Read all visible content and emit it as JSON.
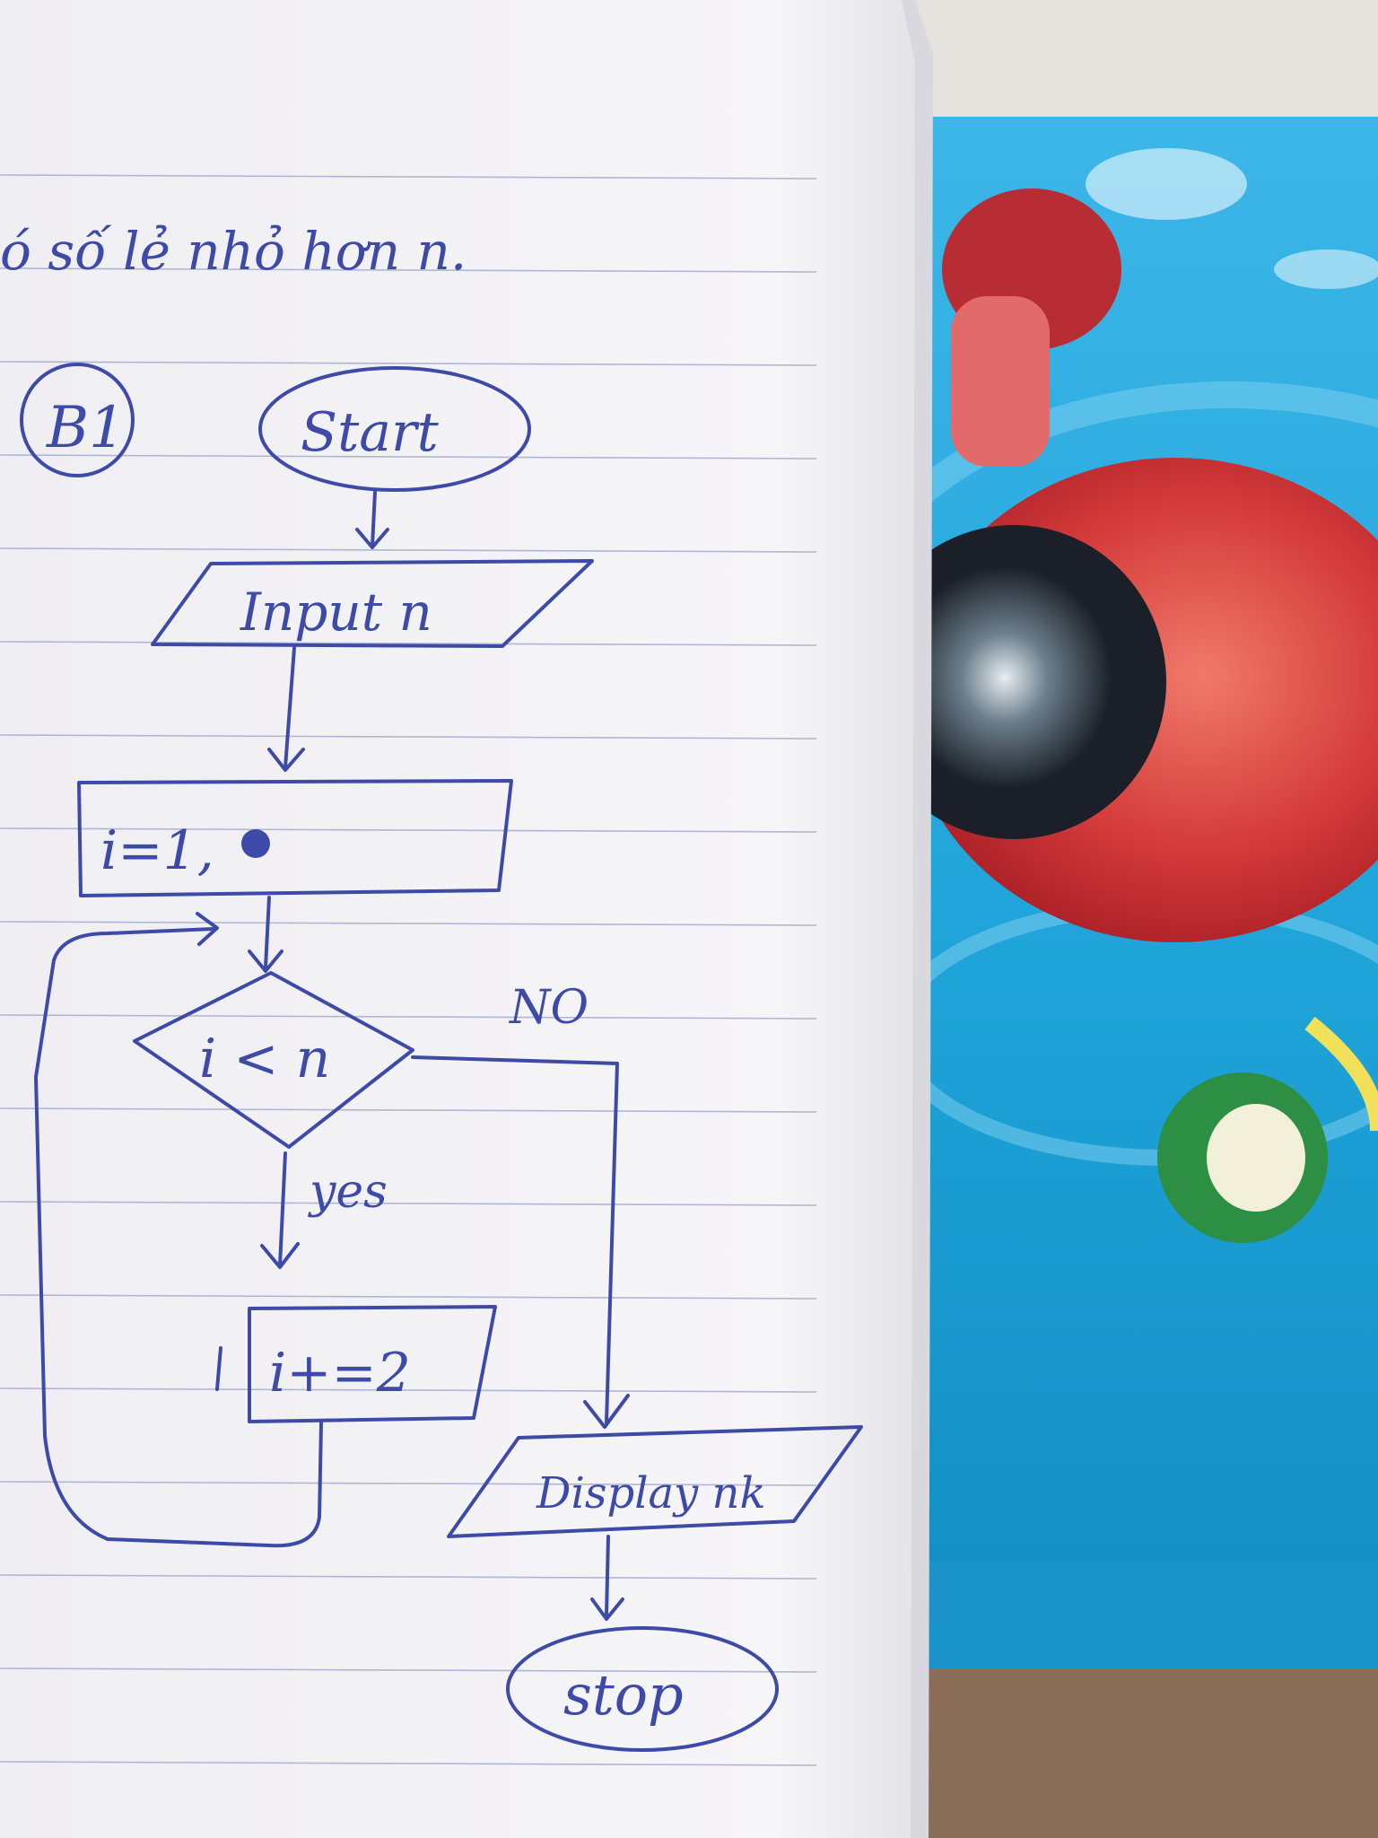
{
  "header_note": "ó số lẻ nhỏ hơn n.",
  "step_label": "B1",
  "flowchart": {
    "start": "Start",
    "input": "Input n",
    "init": "i=1,",
    "decision": "i < n",
    "yes_label": "yes",
    "no_label": "NO",
    "increment": "i+=2",
    "display": "Display nk",
    "stop": "stop"
  },
  "colors": {
    "ink": "#3e4aa8",
    "paper": "#f4f3f6",
    "background_blue": "#1e9fd6",
    "toy_red": "#d43a3a"
  }
}
